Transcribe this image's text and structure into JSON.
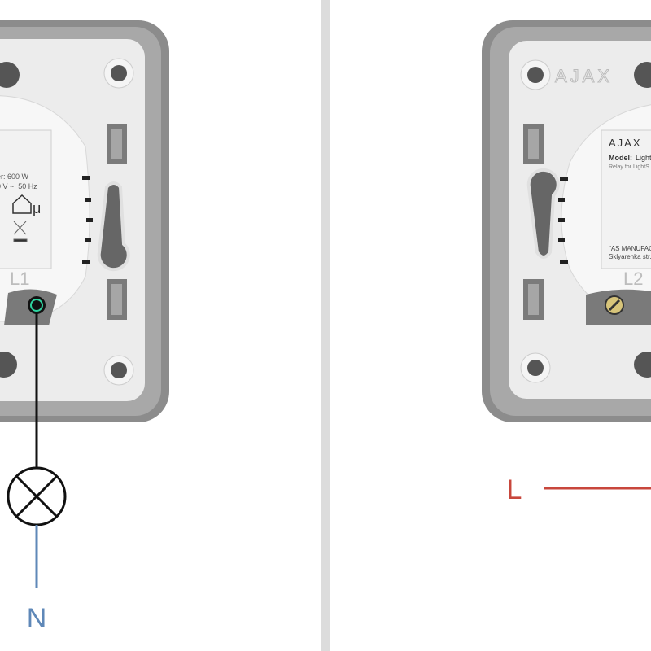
{
  "left_panel": {
    "terminal_label": "L1",
    "label_lines": [
      "er: 600 W",
      "0 V ~, 50 Hz"
    ],
    "micro_symbol": "μ",
    "neutral_label": "N",
    "terminal_state": "connected"
  },
  "right_panel": {
    "logo_text": "AJAX",
    "label_logo": "AJAX",
    "model_prefix": "Model:",
    "model_value": "Light",
    "relay_text": "Relay for LightS",
    "manufacturer_text": "\"AS MANUFACT",
    "address_text": "Sklyarenka str., !",
    "terminal_label": "L2",
    "live_label": "L"
  },
  "colors": {
    "live_wire": "#c8473c",
    "neutral_wire": "#5f88b8",
    "load_wire": "#111111",
    "divider": "#dcdcdc",
    "frame": "#8c8c8c",
    "plate": "#ececec",
    "terminal_led": "#2fd4a0"
  }
}
